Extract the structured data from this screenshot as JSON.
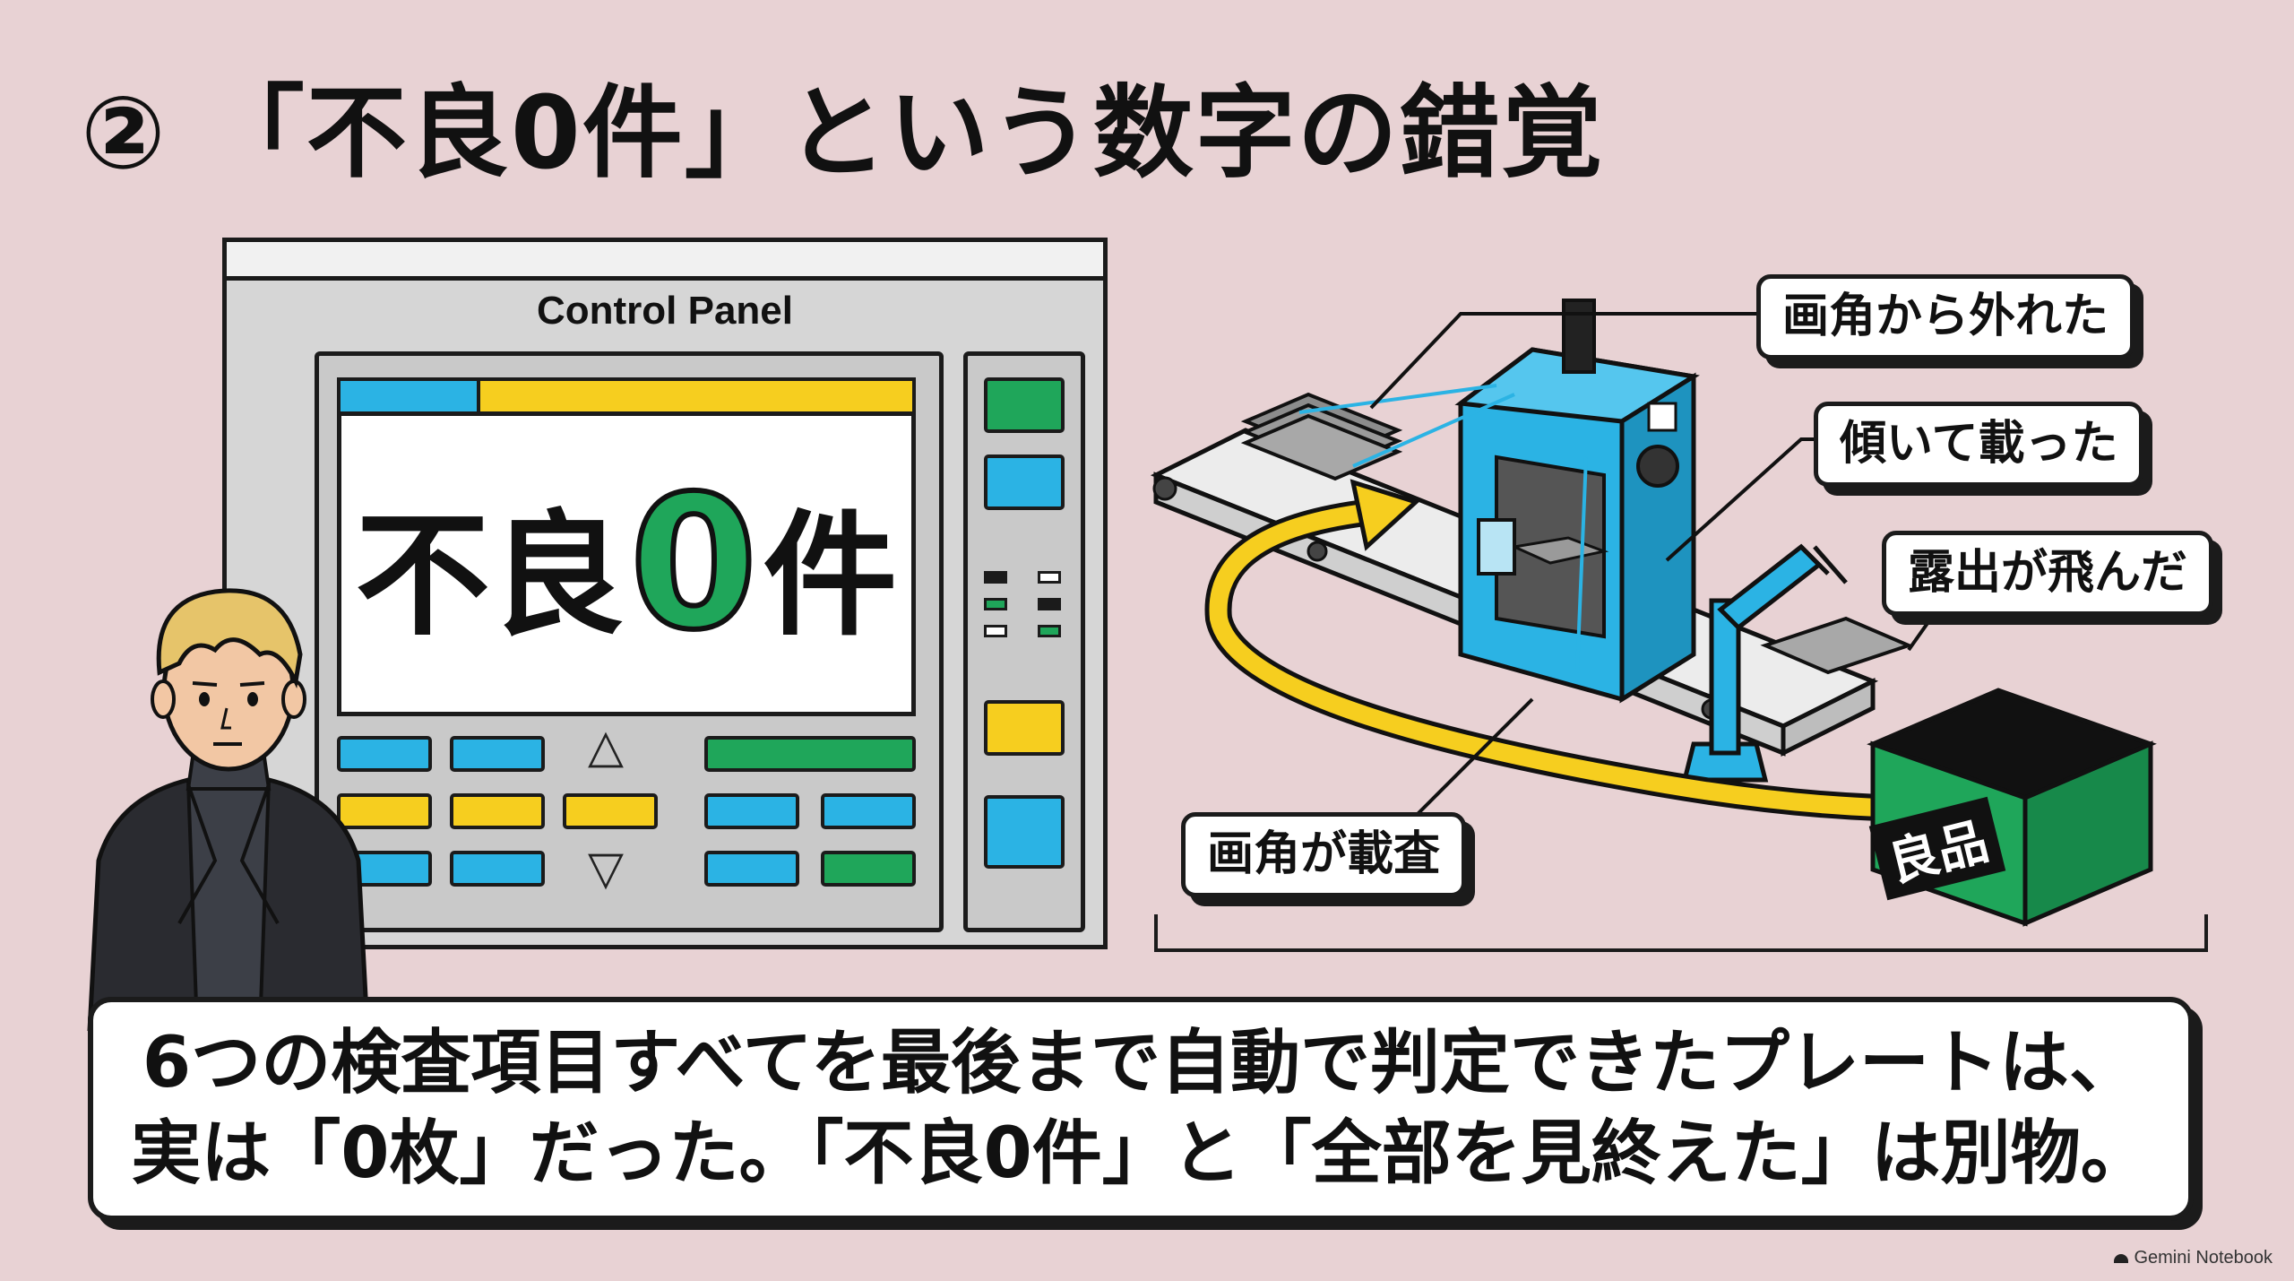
{
  "title": "② 「不良0件」という数字の錯覚",
  "control_panel": {
    "label": "Control Panel",
    "screen_left": "不良",
    "screen_zero": "0",
    "screen_right": "件"
  },
  "callouts": {
    "out_of_frame": "画角から外れた",
    "tilted": "傾いて載った",
    "overexposed": "露出が飛んだ",
    "angle_check": "画角が載査"
  },
  "bin_label": "良品",
  "caption": {
    "line1": "6つの検査項目すべてを最後まで自動で判定できたプレートは、",
    "line2": "実は「0枚」だった。「不良0件」と「全部を見終えた」は別物。"
  },
  "watermark": "Gemini Notebook",
  "colors": {
    "background": "#e8d2d4",
    "blue": "#2bb3e4",
    "yellow": "#f6ce1f",
    "green": "#1fa65a",
    "outline": "#1b1b1b"
  }
}
